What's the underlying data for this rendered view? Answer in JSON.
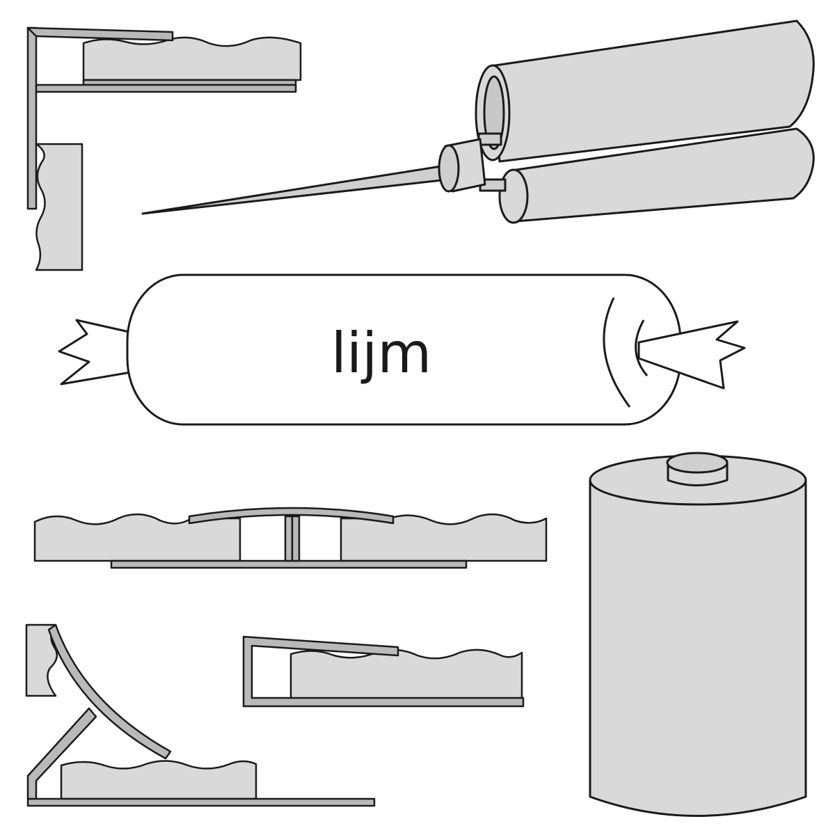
{
  "sausage_label": "lijm",
  "colors": {
    "material": "#d9d9d9",
    "profile": "#b9b9b9",
    "outline": "#1a1a1a",
    "background": "#ffffff"
  },
  "items": [
    {
      "name": "corner-edge-profile"
    },
    {
      "name": "two-component-cartridge"
    },
    {
      "name": "glue-sausage"
    },
    {
      "name": "transition-profile"
    },
    {
      "name": "glue-canister"
    },
    {
      "name": "stair-nose-profile"
    },
    {
      "name": "end-profile"
    }
  ]
}
